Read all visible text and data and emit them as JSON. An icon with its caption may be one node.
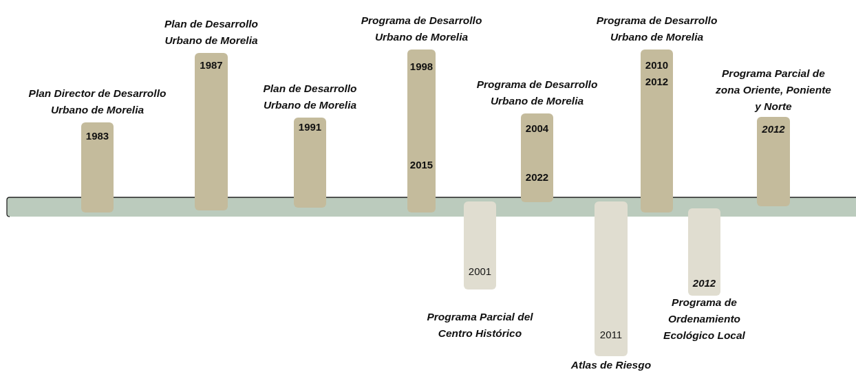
{
  "diagram": {
    "nodes": [
      {
        "text": [
          "Plan Director de Desarrollo Urbano de Morelia",
          "1983"
        ]
      },
      {
        "text": [
          "Plan de Desarrollo Urbano de Morelia",
          "1987"
        ]
      },
      {
        "text": [
          "Plan de Desarrollo Urbano de Morelia",
          "1991"
        ]
      },
      {
        "text": [
          "Programa de Desarrollo Urbano de Morelia",
          "1998",
          "2015"
        ]
      },
      {
        "text": [
          "Programa de Desarrollo Urbano de Morelia",
          "2004",
          "2022"
        ]
      },
      {
        "text": [
          "Programa de Desarrollo Urbano de Morelia",
          "2010",
          "2012"
        ]
      },
      {
        "text": [
          "Programa Parcial de zona Oriente, Poniente y Norte",
          "2012"
        ]
      },
      {
        "text": [
          "2001",
          "Programa Parcial del Centro Histórico"
        ]
      },
      {
        "text": [
          "2011",
          "Atlas de Riesgo"
        ]
      },
      {
        "text": [
          "2012",
          "Programa de Ordenamiento Ecológico Local"
        ]
      },
      {
        "text": [],
        "shape": "bar"
      }
    ]
  }
}
